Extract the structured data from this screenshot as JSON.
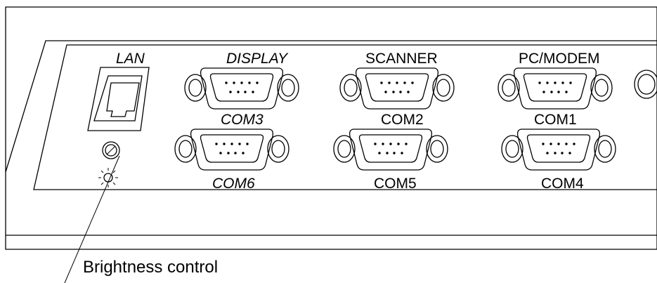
{
  "ports": {
    "lan_label": "LAN",
    "display_label": "DISPLAY",
    "scanner_label": "SCANNER",
    "pcmodem_label": "PC/MODEM",
    "com3_label": "COM3",
    "com2_label": "COM2",
    "com1_label": "COM1",
    "com6_label": "COM6",
    "com5_label": "COM5",
    "com4_label": "COM4"
  },
  "callout": {
    "brightness_label": "Brightness control"
  },
  "icons": {
    "lan": "rj45-port-icon",
    "serial": "db9-connector-icon",
    "knob": "brightness-knob-icon",
    "sun": "sun-icon"
  }
}
